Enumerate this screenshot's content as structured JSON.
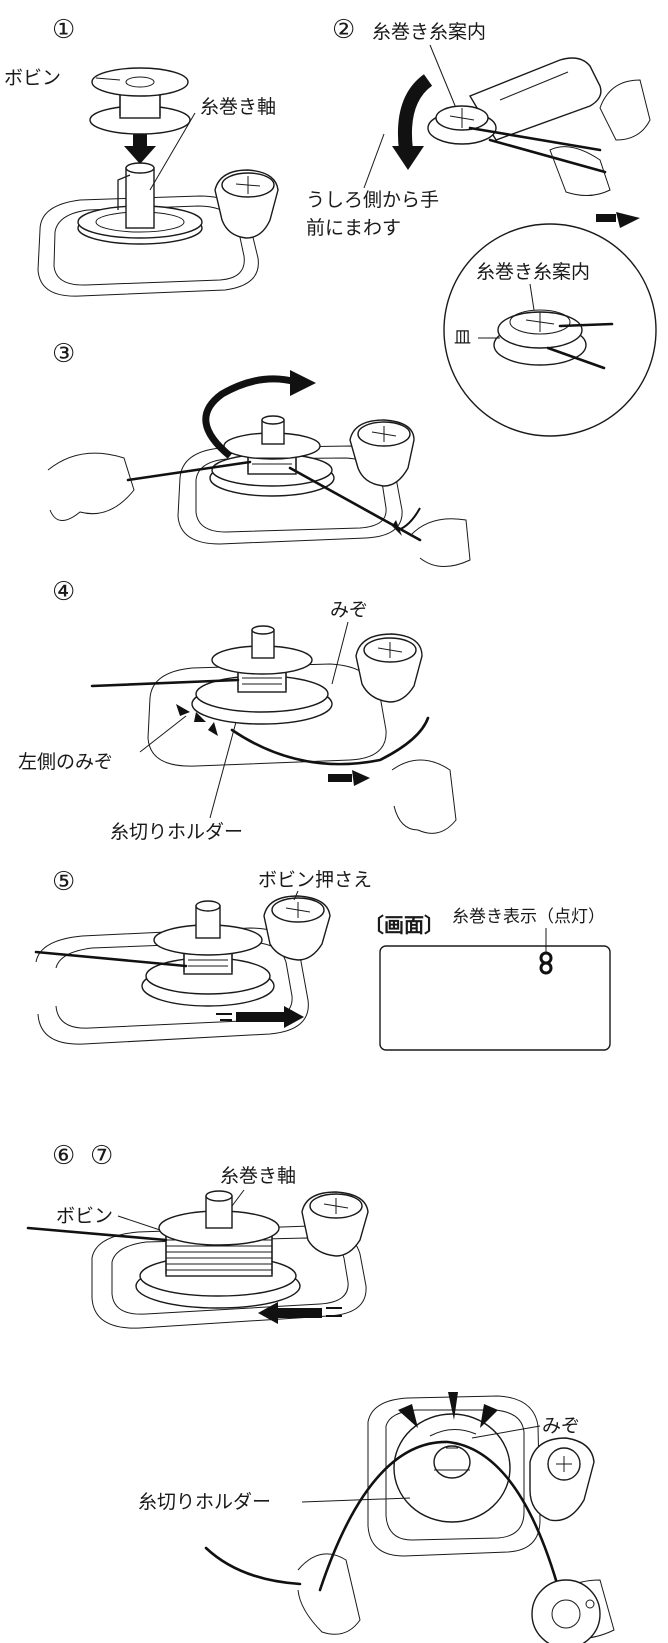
{
  "steps": {
    "s1": "①",
    "s2": "②",
    "s3": "③",
    "s4": "④",
    "s5": "⑤",
    "s6": "⑥",
    "s7": "⑦"
  },
  "labels": {
    "bobbin_1": "ボビン",
    "winder_shaft_1": "糸巻き軸",
    "guide_2": "糸巻き糸案内",
    "rotate_line1": "うしろ側から手",
    "rotate_line2": "前にまわす",
    "guide_inset": "糸巻き糸案内",
    "dish_inset": "皿",
    "groove_4": "みぞ",
    "left_groove_4": "左側のみぞ",
    "cutter_holder_4": "糸切りホルダー",
    "bobbin_presser_5": "ボビン押さえ",
    "screen_5": "〔画面〕",
    "winding_display_5": "糸巻き表示（点灯）",
    "winder_shaft_6": "糸巻き軸",
    "bobbin_6": "ボビン",
    "groove_7": "みぞ",
    "cutter_holder_7": "糸切りホルダー"
  }
}
